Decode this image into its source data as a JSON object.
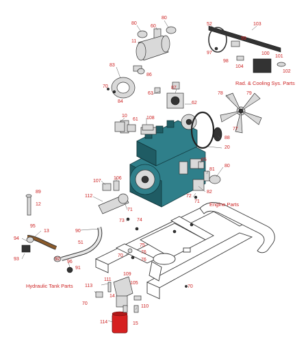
{
  "colors": {
    "callout": "#cc1f1f",
    "engine": "#2f7f8a",
    "filter": "#d62020",
    "frame": "#ffffff"
  },
  "section_labels": {
    "radiator": "Rad. & Cooling Sys. Parts",
    "engine": "Engine Parts",
    "hydraulic": "Hydraulic Tank Parts"
  },
  "callouts": [
    "80",
    "80",
    "60",
    "11",
    "52",
    "103",
    "99",
    "97",
    "98",
    "104",
    "100",
    "101",
    "102",
    "83",
    "86",
    "70",
    "84",
    "63",
    "87",
    "78",
    "79",
    "62",
    "77",
    "10",
    "61",
    "108",
    "88",
    "20",
    "85",
    "81",
    "80",
    "82",
    "107",
    "106",
    "112",
    "72",
    "71",
    "71",
    "89",
    "12",
    "95",
    "13",
    "90",
    "94",
    "51",
    "93",
    "92",
    "96",
    "91",
    "73",
    "74",
    "75",
    "70",
    "76",
    "76",
    "109",
    "105",
    "111",
    "113",
    "70",
    "14",
    "110",
    "114",
    "15",
    "70"
  ]
}
